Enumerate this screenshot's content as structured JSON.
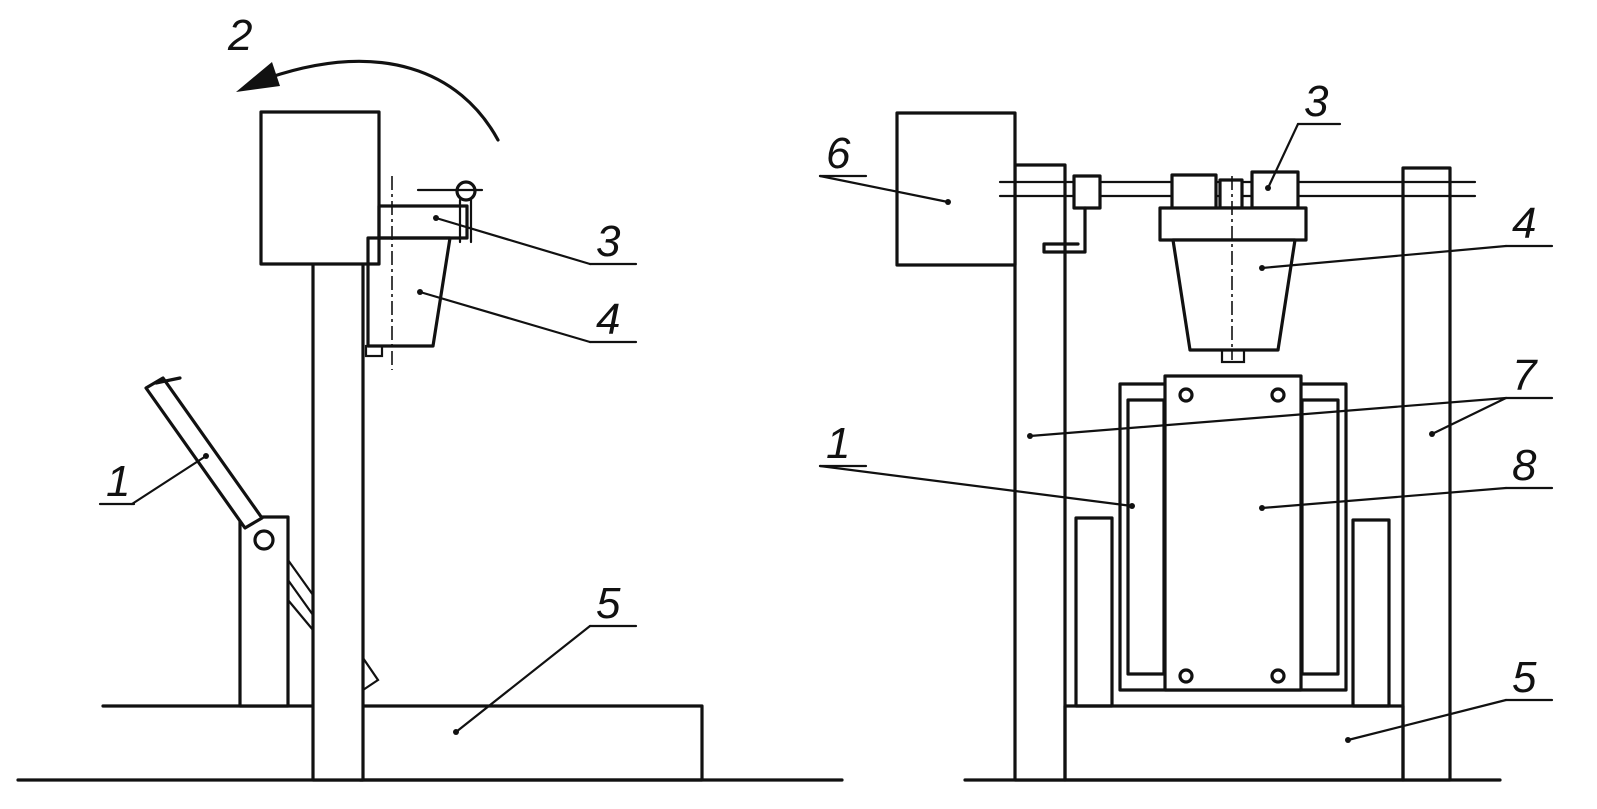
{
  "figure": {
    "left_view": {
      "labels": [
        "2",
        "1",
        "3",
        "4",
        "5"
      ]
    },
    "right_view": {
      "labels": [
        "6",
        "3",
        "4",
        "7",
        "1",
        "8",
        "5"
      ]
    }
  }
}
